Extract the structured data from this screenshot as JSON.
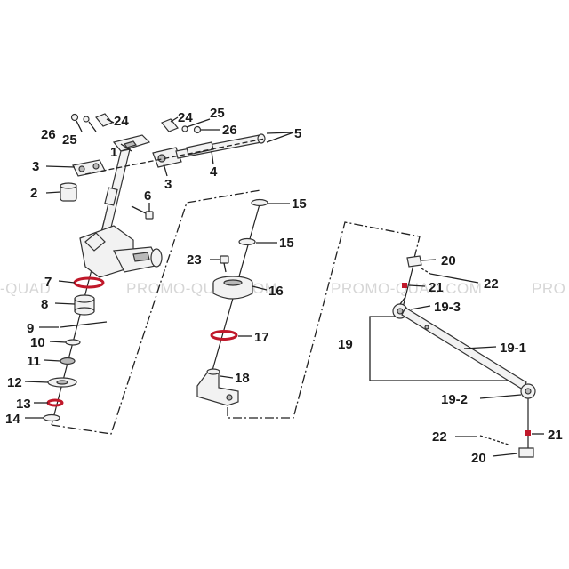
{
  "watermark": {
    "segments": [
      "-QUAD",
      "PROMO-QUAD.COM",
      "PROMO-QUAD.COM",
      "PRO"
    ]
  },
  "callouts": {
    "c1": "1",
    "c2": "2",
    "c3a": "3",
    "c3b": "3",
    "c4": "4",
    "c5": "5",
    "c6": "6",
    "c7": "7",
    "c8": "8",
    "c9": "9",
    "c10": "10",
    "c11": "11",
    "c12": "12",
    "c13": "13",
    "c14": "14",
    "c15a": "15",
    "c15b": "15",
    "c16": "16",
    "c17": "17",
    "c18": "18",
    "c19": "19",
    "c19_1": "19-1",
    "c19_2": "19-2",
    "c19_3": "19-3",
    "c20a": "20",
    "c20b": "20",
    "c21a": "21",
    "c21b": "21",
    "c22a": "22",
    "c22b": "22",
    "c23": "23",
    "c24a": "24",
    "c24b": "24",
    "c25a": "25",
    "c25b": "25",
    "c26a": "26",
    "c26b": "26"
  },
  "colors": {
    "accent": "#c0182a",
    "ink": "#1a1a1a",
    "watermark": "#d6d6d6"
  }
}
